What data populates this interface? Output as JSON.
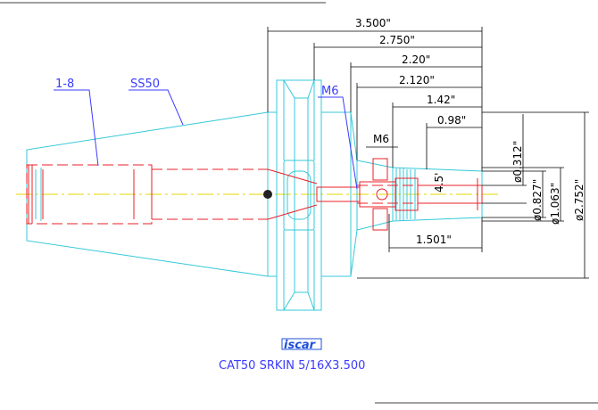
{
  "drawing": {
    "callouts": {
      "thread_1_8": "1-8",
      "ss50": "SS50",
      "m6_left": "M6",
      "m6_inner": "M6"
    },
    "dimensions": {
      "len_3500": "3.500\"",
      "len_2750": "2.750\"",
      "len_2200": "2.20\"",
      "len_2120": "2.120\"",
      "len_142": "1.42\"",
      "len_098": "0.98\"",
      "len_1501": "1.501\"",
      "angle_45": "4.5'",
      "dia_0312": "ø0.312\"",
      "dia_0827": "ø0.827\"",
      "dia_1063": "ø1.063\"",
      "dia_2752": "ø2.752\""
    },
    "logo": "iscar",
    "caption": "CAT50  SRKIN  5/16X3.500"
  },
  "colors": {
    "outline": "#34c8d8",
    "hidden_lines": "#e8202a",
    "centerline": "#e6d400",
    "callouts": "#3b3bff",
    "dimensions": "#000000"
  }
}
